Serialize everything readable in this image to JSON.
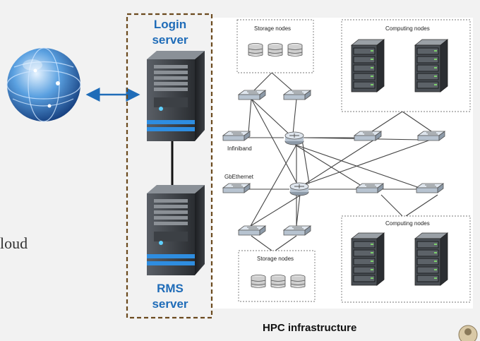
{
  "login_label": [
    "Login",
    "server"
  ],
  "rms_label": [
    "RMS",
    "server"
  ],
  "left_text": "loud",
  "caption": "HPC infrastructure",
  "storage_top_title": "Storage nodes",
  "storage_bottom_title": "Storage nodes",
  "computing_top_title": "Computing nodes",
  "computing_bottom_title": "Computing nodes",
  "infiniband_label": "Infiniband",
  "gbethernet_label": "GbEthernet",
  "colors": {
    "accent_blue": "#1f6cb8",
    "frame_brown": "#6b4a1e"
  }
}
